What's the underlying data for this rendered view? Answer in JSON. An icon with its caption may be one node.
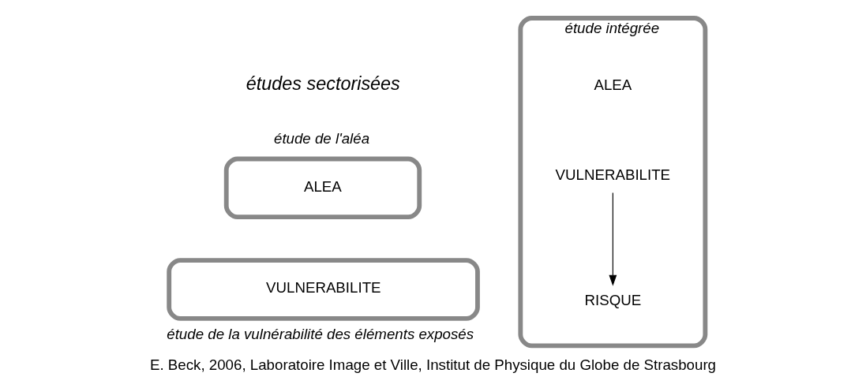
{
  "diagram": {
    "caption": "E. Beck, 2006, Laboratoire Image et Ville, Institut de Physique du Globe de Strasbourg",
    "nodes": [
      {
        "text": [
          "étude de l'aléa",
          "ALEA"
        ]
      },
      {
        "text": [
          "VULNERABILITE"
        ],
        "beside": [
          "étude de la vulnérabilité des éléments exposés"
        ]
      },
      {
        "text": [
          "étude intégrée"
        ]
      },
      {
        "text": [
          "ALEA"
        ],
        "in": 2
      },
      {
        "text": [
          "VULNERABILITE"
        ],
        "in": 2
      },
      {
        "text": [
          "RISQUE"
        ],
        "in": 2
      }
    ],
    "edges": [
      {
        "from": 4,
        "to": 5,
        "arrow": "to"
      }
    ],
    "labels": [
      "études sectorisées"
    ]
  }
}
